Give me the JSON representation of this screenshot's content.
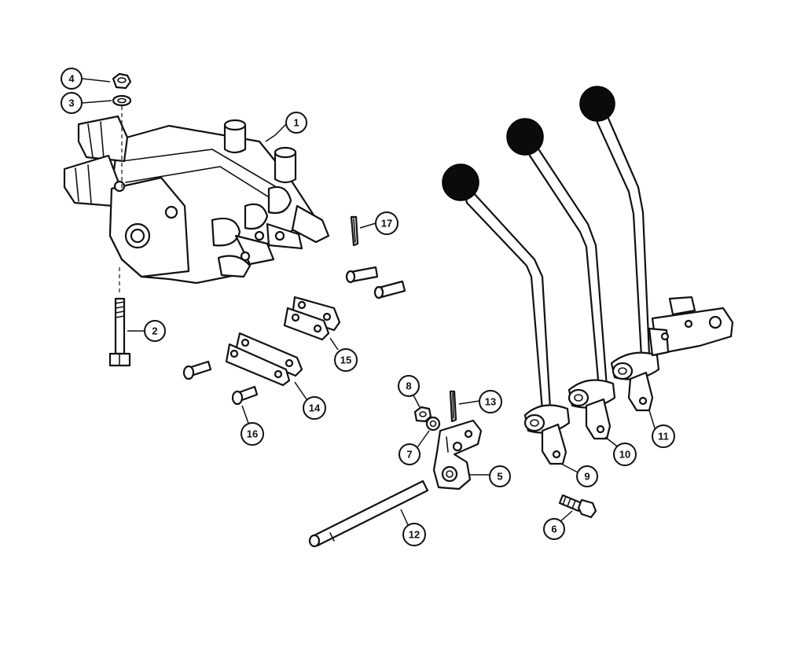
{
  "callouts": [
    {
      "id": "c1",
      "label": "1"
    },
    {
      "id": "c2",
      "label": "2"
    },
    {
      "id": "c3",
      "label": "3"
    },
    {
      "id": "c4",
      "label": "4"
    },
    {
      "id": "c5",
      "label": "5"
    },
    {
      "id": "c6",
      "label": "6"
    },
    {
      "id": "c7",
      "label": "7"
    },
    {
      "id": "c8",
      "label": "8"
    },
    {
      "id": "c9",
      "label": "9"
    },
    {
      "id": "c10",
      "label": "10"
    },
    {
      "id": "c11",
      "label": "11"
    },
    {
      "id": "c12",
      "label": "12"
    },
    {
      "id": "c13",
      "label": "13"
    },
    {
      "id": "c14",
      "label": "14"
    },
    {
      "id": "c15",
      "label": "15"
    },
    {
      "id": "c16",
      "label": "16"
    },
    {
      "id": "c17",
      "label": "17"
    }
  ],
  "colors": {
    "line": "#111111",
    "knob": "#0b0b0b",
    "background": "#ffffff"
  }
}
